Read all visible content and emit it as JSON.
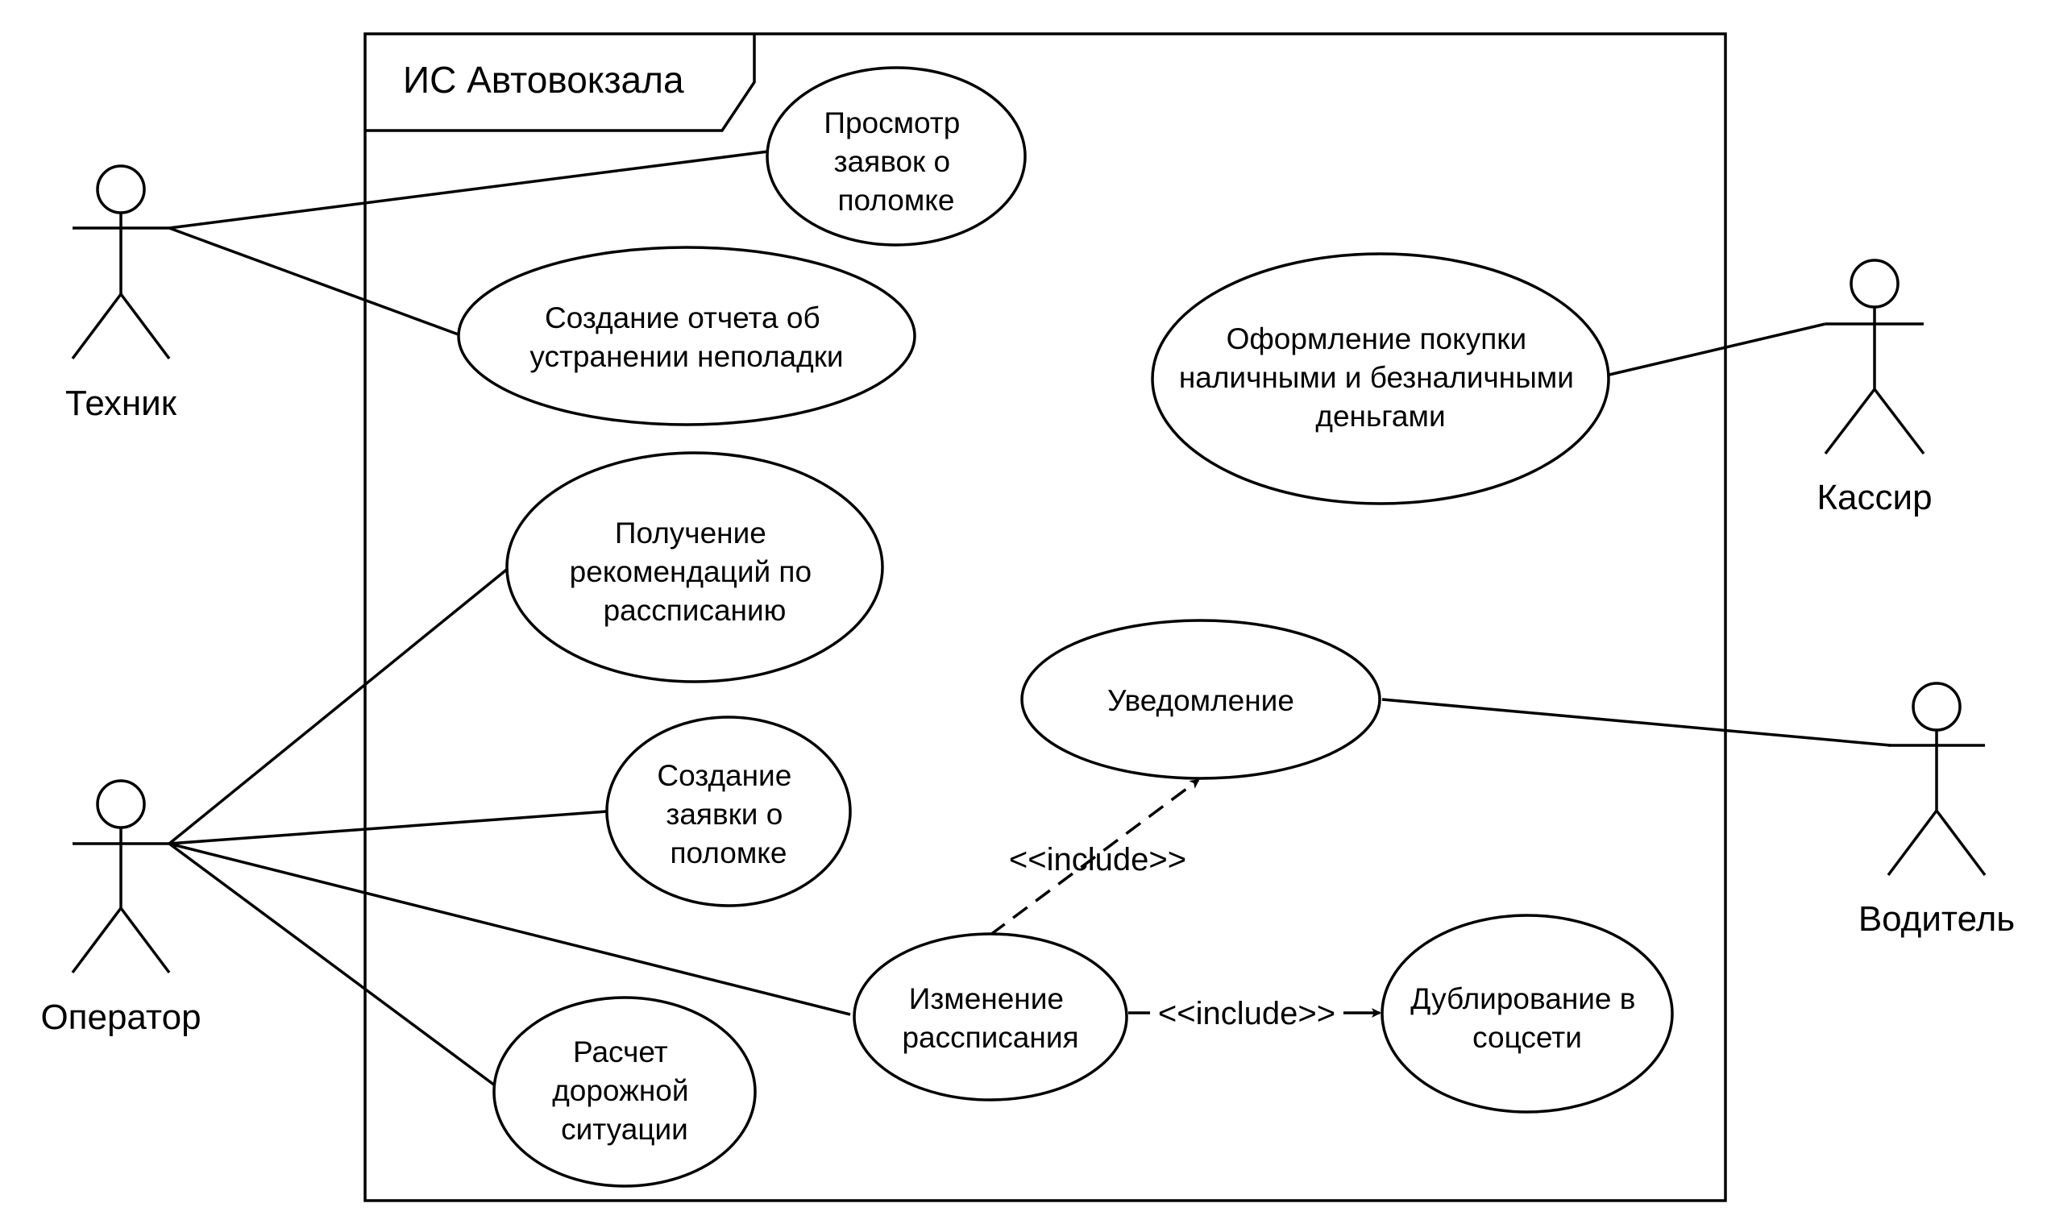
{
  "system": {
    "title": "ИС Автовокзала"
  },
  "actors": [
    {
      "id": "tech",
      "name": "Техник"
    },
    {
      "id": "cashier",
      "name": "Кассир"
    },
    {
      "id": "operator",
      "name": "Оператор"
    },
    {
      "id": "driver",
      "name": "Водитель"
    }
  ],
  "use_cases": [
    {
      "id": "view_requests",
      "lines": [
        "Просмотр",
        "заявок о",
        "поломке"
      ]
    },
    {
      "id": "create_report",
      "lines": [
        "Создание отчета об",
        "устранении неполадки"
      ]
    },
    {
      "id": "purchase",
      "lines": [
        "Оформление покупки",
        "наличными и безналичными",
        "деньгами"
      ]
    },
    {
      "id": "recommendations",
      "lines": [
        "Получение",
        "рекомендаций по",
        "рассписанию"
      ]
    },
    {
      "id": "notification",
      "lines": [
        "Уведомление"
      ]
    },
    {
      "id": "create_request",
      "lines": [
        "Создание",
        "заявки о",
        "поломке"
      ]
    },
    {
      "id": "change_schedule",
      "lines": [
        "Изменение",
        "рассписания"
      ]
    },
    {
      "id": "duplicate",
      "lines": [
        "Дублирование в",
        "соцсети"
      ]
    },
    {
      "id": "traffic",
      "lines": [
        "Расчет",
        "дорожной",
        "ситуации"
      ]
    }
  ],
  "associations": [
    {
      "from": "tech",
      "to": "view_requests"
    },
    {
      "from": "tech",
      "to": "create_report"
    },
    {
      "from": "cashier",
      "to": "purchase"
    },
    {
      "from": "operator",
      "to": "recommendations"
    },
    {
      "from": "operator",
      "to": "create_request"
    },
    {
      "from": "operator",
      "to": "change_schedule"
    },
    {
      "from": "operator",
      "to": "traffic"
    },
    {
      "from": "driver",
      "to": "notification"
    }
  ],
  "includes": [
    {
      "from": "change_schedule",
      "to": "notification",
      "label": "<<include>>"
    },
    {
      "from": "change_schedule",
      "to": "duplicate",
      "label": "<<include>>"
    }
  ]
}
